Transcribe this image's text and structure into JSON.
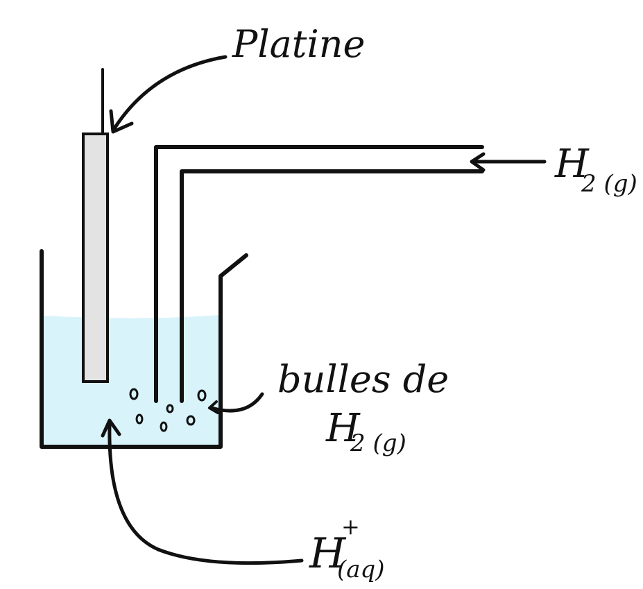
{
  "labels": {
    "platine": "Platine",
    "h2_gas_base": "H",
    "h2_gas_sub": "2 (g)",
    "bubbles_line1": "bulles de",
    "bubbles_h": "H",
    "bubbles_sub": "2 (g)",
    "hplus_base": "H",
    "hplus_sup": "+",
    "hplus_sub": "(aq)"
  },
  "colors": {
    "liquid": "#d9f3fa",
    "electrode": "#e3e3e3",
    "ink": "#111111"
  }
}
